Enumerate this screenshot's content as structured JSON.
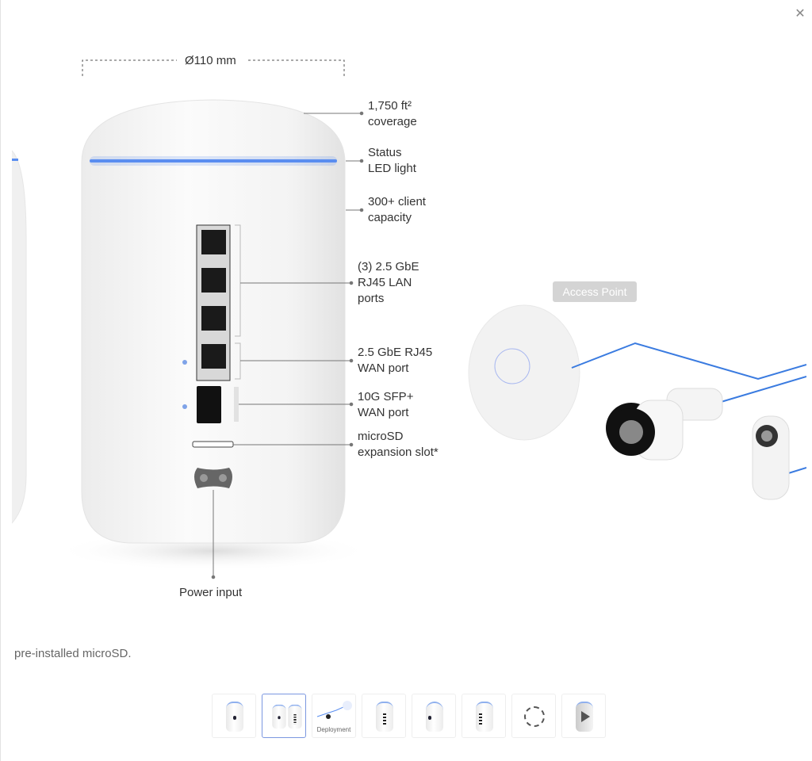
{
  "close_icon": "close-icon",
  "product": {
    "diameter": "Ø110 mm",
    "callouts": [
      {
        "text": "1,750 ft²\ncoverage"
      },
      {
        "text": "Status\nLED light"
      },
      {
        "text": "300+ client\ncapacity"
      },
      {
        "text": "(3) 2.5 GbE\nRJ45 LAN\nports"
      },
      {
        "text": "2.5 GbE RJ45\nWAN port"
      },
      {
        "text": "10G SFP+\nWAN port"
      },
      {
        "text": "microSD\nexpansion slot*"
      }
    ],
    "power": "Power input"
  },
  "next_slide": {
    "badge": "Access Point"
  },
  "caption": "pre-installed microSD.",
  "thumbnails": [
    {
      "type": "front"
    },
    {
      "type": "diagram",
      "selected": true
    },
    {
      "type": "deployment",
      "label": "Deployment"
    },
    {
      "type": "back"
    },
    {
      "type": "angle-front"
    },
    {
      "type": "angle-back"
    },
    {
      "type": "top"
    },
    {
      "type": "video"
    }
  ],
  "colors": {
    "accent": "#3a7be0",
    "led": "#5a8ef0",
    "selected": "#7b97e0"
  }
}
